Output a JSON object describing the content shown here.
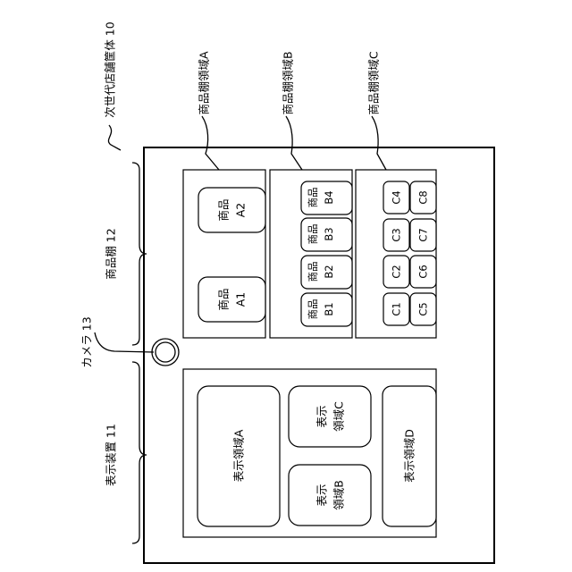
{
  "labels": {
    "housing": "次世代店舗筐体 10",
    "shelf_a": "商品棚領域A",
    "shelf_b": "商品棚領域B",
    "shelf_c": "商品棚領域C",
    "product_shelf": "商品棚 12",
    "camera": "カメラ 13",
    "display_device": "表示装置 11"
  },
  "products_a": [
    {
      "line1": "商品",
      "line2": "A2"
    },
    {
      "line1": "商品",
      "line2": "A1"
    }
  ],
  "products_b": [
    {
      "line1": "商品",
      "line2": "B4"
    },
    {
      "line1": "商品",
      "line2": "B3"
    },
    {
      "line1": "商品",
      "line2": "B2"
    },
    {
      "line1": "商品",
      "line2": "B1"
    }
  ],
  "products_c": [
    "C4",
    "C8",
    "C3",
    "C7",
    "C2",
    "C6",
    "C1",
    "C5"
  ],
  "display_areas": {
    "a": "表示領域A",
    "b": {
      "line1": "表示",
      "line2": "領域B"
    },
    "c": {
      "line1": "表示",
      "line2": "領域C"
    },
    "d": "表示領域D"
  }
}
